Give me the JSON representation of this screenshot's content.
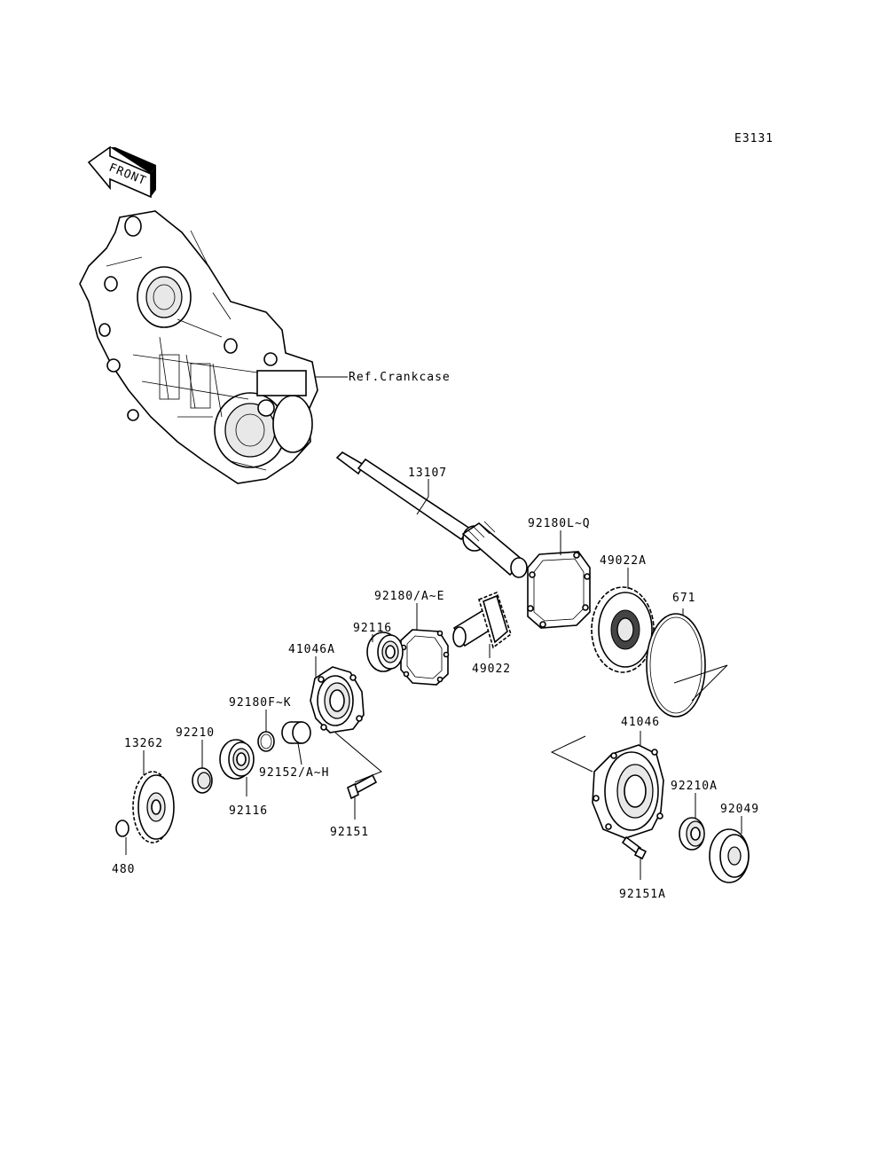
{
  "diagram_code": "E3131",
  "front_label": "FRONT",
  "labels": {
    "ref_crankcase": "Ref.Crankcase",
    "p13107": "13107",
    "p92180LQ": "92180L~Q",
    "p49022A": "49022A",
    "p671": "671",
    "p92180AE": "92180/A~E",
    "p92116_top": "92116",
    "p49022": "49022",
    "p41046A": "41046A",
    "p92180FK": "92180F~K",
    "p92210": "92210",
    "p13262": "13262",
    "p92152AH": "92152/A~H",
    "p92116_bottom": "92116",
    "p92151": "92151",
    "p480": "480",
    "p41046": "41046",
    "p92210A": "92210A",
    "p92049": "92049",
    "p92151A": "92151A"
  }
}
